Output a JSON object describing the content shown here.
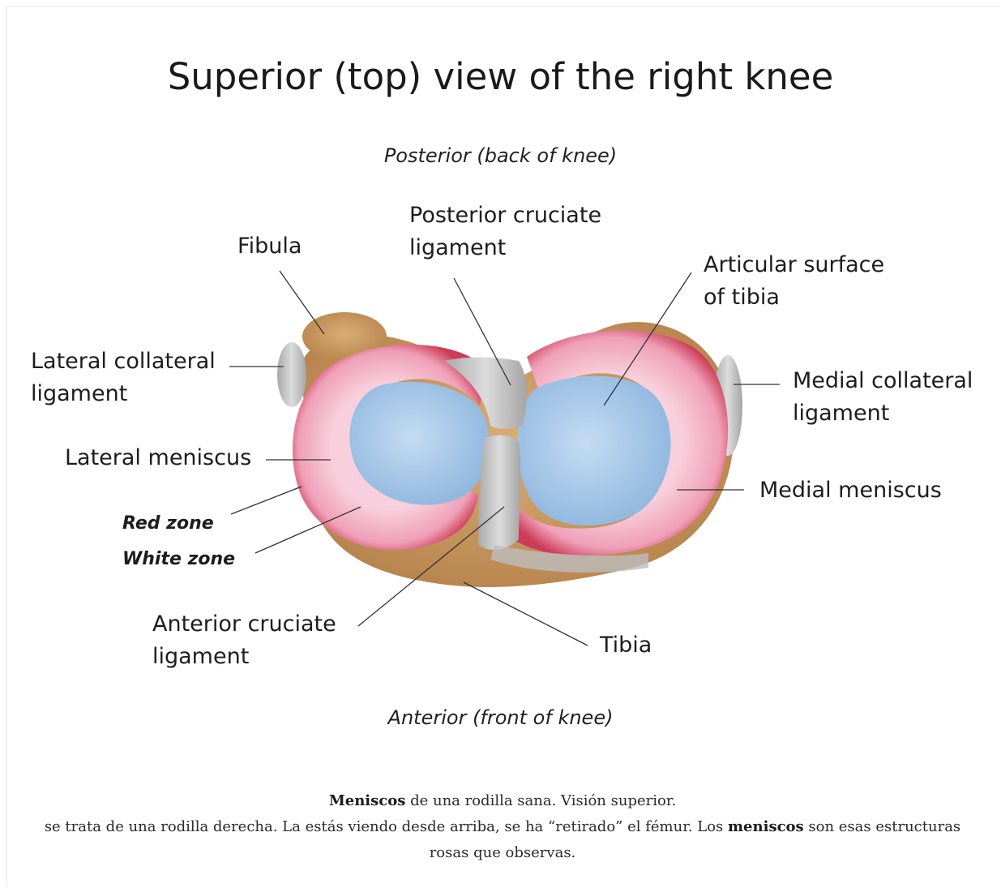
{
  "figure": {
    "title": "Superior (top) view of the right knee",
    "posterior_label": "Posterior (back of knee)",
    "anterior_label": "Anterior (front of knee)",
    "labels": {
      "fibula": "Fibula",
      "posterior_cruciate": "Posterior cruciate\nligament",
      "articular_surface": "Articular surface\nof tibia",
      "lateral_collateral": "Lateral collateral\nligament",
      "medial_collateral": "Medial collateral\nligament",
      "lateral_meniscus": "Lateral meniscus",
      "medial_meniscus": "Medial meniscus",
      "red_zone": "Red zone",
      "white_zone": "White zone",
      "anterior_cruciate": "Anterior cruciate\nligament",
      "tibia": "Tibia"
    },
    "colors": {
      "bone": "#c9975f",
      "meniscus_pink": "#f3b3c8",
      "meniscus_red": "#d64a63",
      "articular_blue": "#aacbea",
      "ligament_gray": "#c2c2c2"
    }
  },
  "caption": {
    "line1_bold": "Meniscos",
    "line1_rest": " de una rodilla sana. Visión superior.",
    "line2_part1": "se trata de una rodilla derecha. La estás viendo desde arriba, se ha “retirado” el fémur. Los ",
    "line2_bold": "meniscos",
    "line2_part2": " son esas estructuras rosas que observas."
  }
}
